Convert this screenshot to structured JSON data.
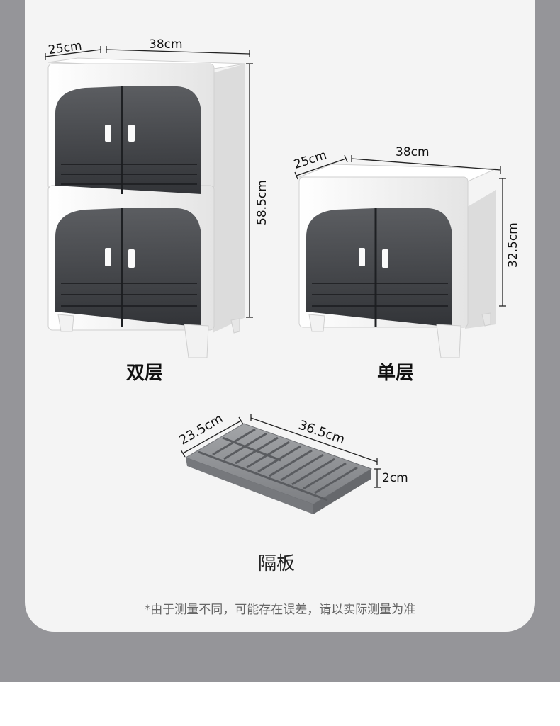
{
  "cabinets": {
    "double": {
      "title": "双层",
      "depth": "25cm",
      "width": "38cm",
      "height": "58.5cm"
    },
    "single": {
      "title": "单层",
      "depth": "25cm",
      "width": "38cm",
      "height": "32.5cm"
    }
  },
  "shelf": {
    "title": "隔板",
    "depth": "23.5cm",
    "width": "36.5cm",
    "height": "2cm"
  },
  "footnote": "*由于测量不同，可能存在误差，请以实际测量为准",
  "colors": {
    "background_band": "#959599",
    "card": "#f4f4f4",
    "cabinet_body": "#f7f7f7",
    "door_glass": "#3c3e42",
    "tray": "#8e9094"
  }
}
